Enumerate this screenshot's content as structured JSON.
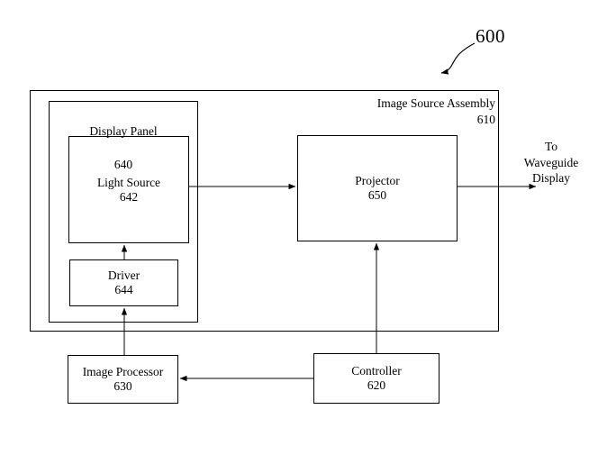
{
  "figure": {
    "number": "600"
  },
  "assembly": {
    "title": "Image Source Assembly",
    "ref": "610"
  },
  "display_panel": {
    "title": "Display Panel",
    "ref": "640"
  },
  "blocks": {
    "light_source": {
      "title": "Light Source",
      "ref": "642"
    },
    "driver": {
      "title": "Driver",
      "ref": "644"
    },
    "projector": {
      "title": "Projector",
      "ref": "650"
    },
    "image_processor": {
      "title": "Image Processor",
      "ref": "630"
    },
    "controller": {
      "title": "Controller",
      "ref": "620"
    }
  },
  "output": {
    "line1": "To",
    "line2": "Waveguide",
    "line3": "Display"
  }
}
